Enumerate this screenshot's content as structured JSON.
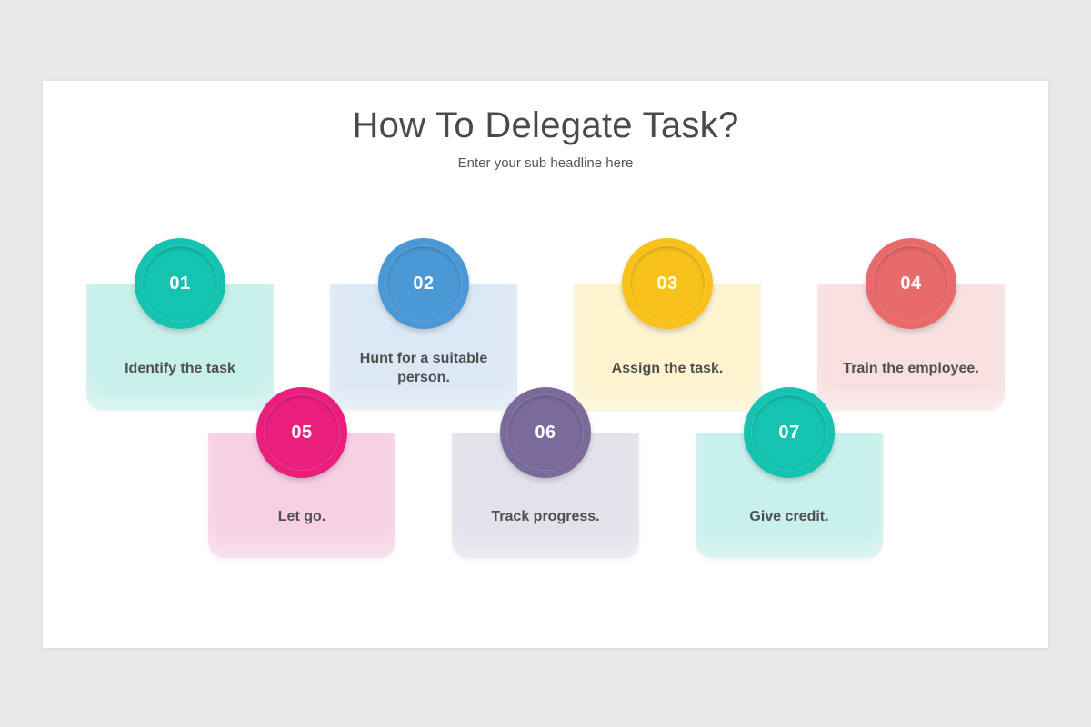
{
  "title": "How To Delegate Task?",
  "subtitle": "Enter your sub headline here",
  "steps": [
    {
      "number": "01",
      "label": "Identify the task",
      "color": "#14c4b1",
      "tint": "#c8f0ea"
    },
    {
      "number": "02",
      "label": "Hunt for a suitable person.",
      "color": "#4b98d6",
      "tint": "#dce8f5"
    },
    {
      "number": "03",
      "label": "Assign the task.",
      "color": "#f8c21a",
      "tint": "#fdf3cf"
    },
    {
      "number": "04",
      "label": "Train the employee.",
      "color": "#e96a6b",
      "tint": "#f8e0e1"
    },
    {
      "number": "05",
      "label": "Let go.",
      "color": "#ea1f7d",
      "tint": "#f7d0e4"
    },
    {
      "number": "06",
      "label": "Track progress.",
      "color": "#7a6b9a",
      "tint": "#e3e1ea"
    },
    {
      "number": "07",
      "label": "Give credit.",
      "color": "#14c4b1",
      "tint": "#c8f0ec"
    }
  ]
}
